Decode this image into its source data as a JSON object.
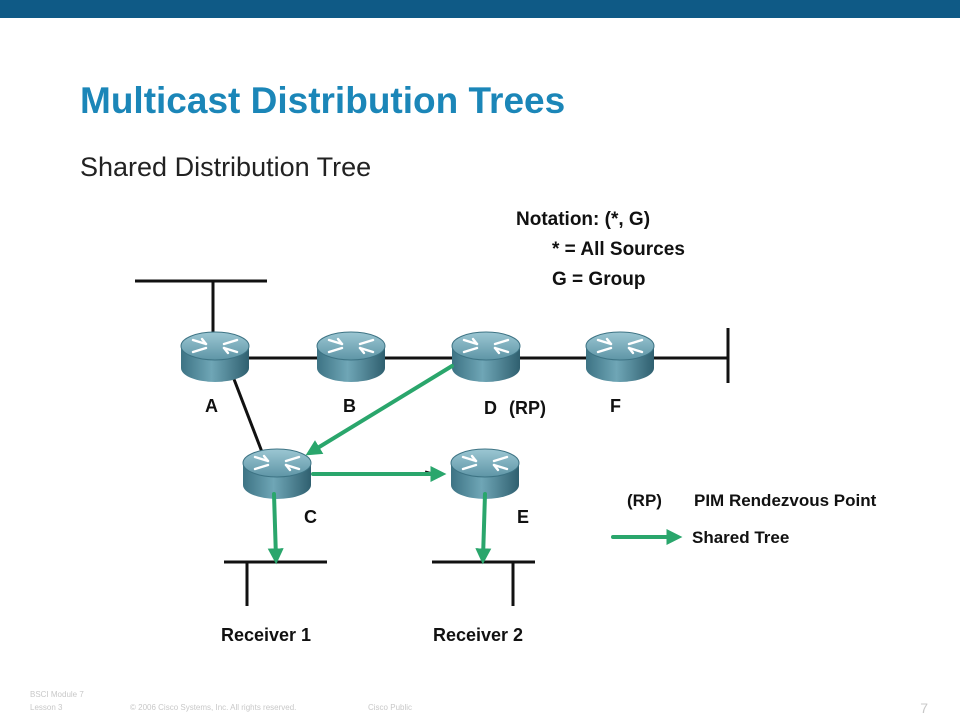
{
  "title": "Multicast Distribution Trees",
  "subtitle": "Shared Distribution Tree",
  "notation": {
    "line1": "Notation:  (*, G)",
    "line2": "* = All Sources",
    "line3": "G = Group"
  },
  "routers": {
    "a": "A",
    "b": "B",
    "c": "C",
    "d": "D",
    "d_rp": "(RP)",
    "e": "E",
    "f": "F"
  },
  "receivers": {
    "r1": "Receiver 1",
    "r2": "Receiver 2"
  },
  "legend": {
    "rp_abbr": "(RP)",
    "rp_desc": "PIM Rendezvous Point",
    "shared_tree": "Shared Tree"
  },
  "colors": {
    "topbar": "#0f5a86",
    "title": "#1b86b8",
    "tree_arrow": "#2aa66c",
    "router_body": "#4f8a9c"
  },
  "footer": {
    "course": "BSCI Module 7",
    "lesson": "Lesson 3",
    "copyright": "© 2006 Cisco Systems, Inc. All rights reserved.",
    "classification": "Cisco Public",
    "page": "7"
  }
}
